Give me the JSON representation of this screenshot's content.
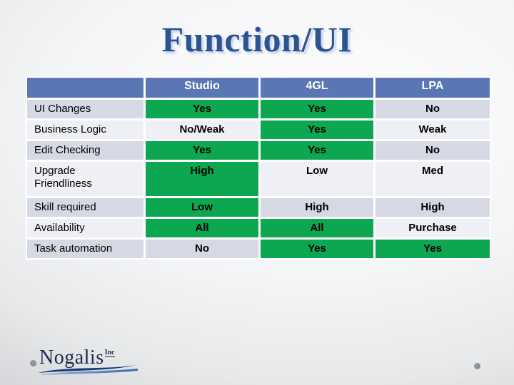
{
  "title": "Function/UI",
  "colors": {
    "title": "#2d5391",
    "header_bg": "#5b76b4",
    "highlight_green": "#0ca750",
    "band_dark": "#d6d9e3",
    "band_light": "#eef0f6"
  },
  "table": {
    "header": [
      "",
      "Studio",
      "4GL",
      "LPA"
    ],
    "rows": [
      {
        "label": "UI Changes",
        "cells": [
          {
            "text": "Yes",
            "green": true
          },
          {
            "text": "Yes",
            "green": true
          },
          {
            "text": "No",
            "green": false
          }
        ]
      },
      {
        "label": "Business Logic",
        "cells": [
          {
            "text": "No/Weak",
            "green": false
          },
          {
            "text": "Yes",
            "green": true
          },
          {
            "text": "Weak",
            "green": false
          }
        ]
      },
      {
        "label": "Edit Checking",
        "cells": [
          {
            "text": "Yes",
            "green": true
          },
          {
            "text": "Yes",
            "green": true
          },
          {
            "text": "No",
            "green": false
          }
        ]
      },
      {
        "label": "Upgrade\nFriendliness",
        "cells": [
          {
            "text": "High",
            "green": true
          },
          {
            "text": "Low",
            "green": false
          },
          {
            "text": "Med",
            "green": false
          }
        ]
      },
      {
        "label": "Skill required",
        "cells": [
          {
            "text": "Low",
            "green": true
          },
          {
            "text": "High",
            "green": false
          },
          {
            "text": "High",
            "green": false
          }
        ]
      },
      {
        "label": "Availability",
        "cells": [
          {
            "text": "All",
            "green": true
          },
          {
            "text": "All",
            "green": true
          },
          {
            "text": "Purchase",
            "green": false
          }
        ]
      },
      {
        "label": "Task automation",
        "cells": [
          {
            "text": "No",
            "green": false
          },
          {
            "text": "Yes",
            "green": true
          },
          {
            "text": "Yes",
            "green": true
          }
        ]
      }
    ]
  },
  "logo": {
    "name": "Nogalis",
    "suffix": "Inc"
  }
}
